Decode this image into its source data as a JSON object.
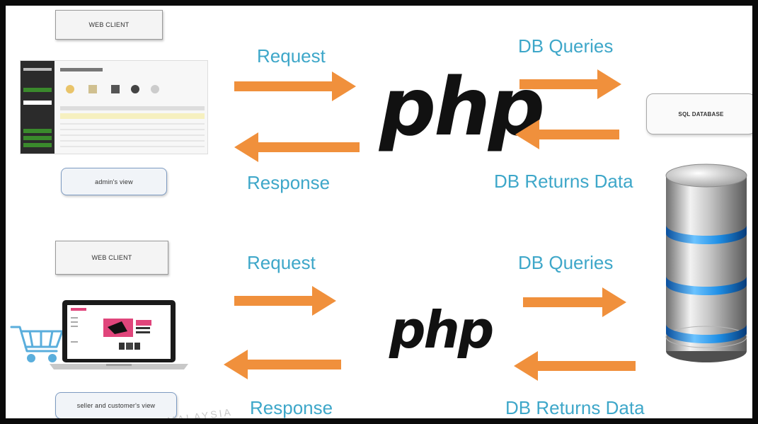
{
  "top": {
    "client_label": "WEB CLIENT",
    "view_label": "admin's view",
    "request_label": "Request",
    "response_label": "Response",
    "php_text": "php",
    "queries_label": "DB Queries",
    "returns_label": "DB Returns Data",
    "database_label": "SQL DATABASE"
  },
  "bottom": {
    "client_label": "WEB CLIENT",
    "view_label": "seller and customer's view",
    "request_label": "Request",
    "response_label": "Response",
    "php_text": "php",
    "queries_label": "DB Queries",
    "returns_label": "DB Returns Data",
    "watermark": "MALAYSIA"
  },
  "icons": {
    "admin_screenshot": "admin-dashboard-screenshot",
    "laptop": "laptop-icon",
    "cart": "shopping-cart-icon",
    "database": "database-cylinder-icon"
  },
  "colors": {
    "arrow": "#f0903c",
    "label": "#3ea7c9",
    "db_band": "#1f8fe6"
  }
}
